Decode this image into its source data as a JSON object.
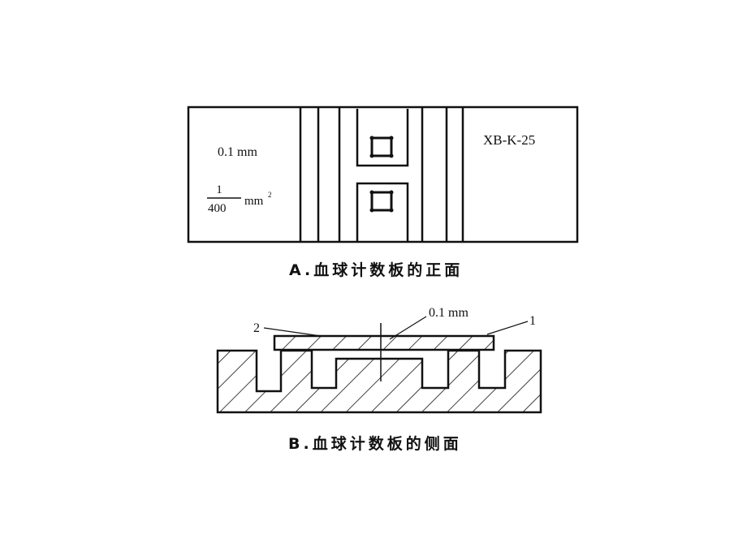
{
  "diagram": {
    "front_view": {
      "caption": "A.血球计数板的正面",
      "depth_label": "0.1 mm",
      "area_numerator": "1",
      "area_denominator": "400",
      "area_unit": "mm",
      "area_exponent": "2",
      "model": "XB-K-25"
    },
    "side_view": {
      "caption": "B.血球计数板的侧面",
      "gap_label": "0.1 mm",
      "callout_1": "1",
      "callout_2": "2"
    }
  }
}
